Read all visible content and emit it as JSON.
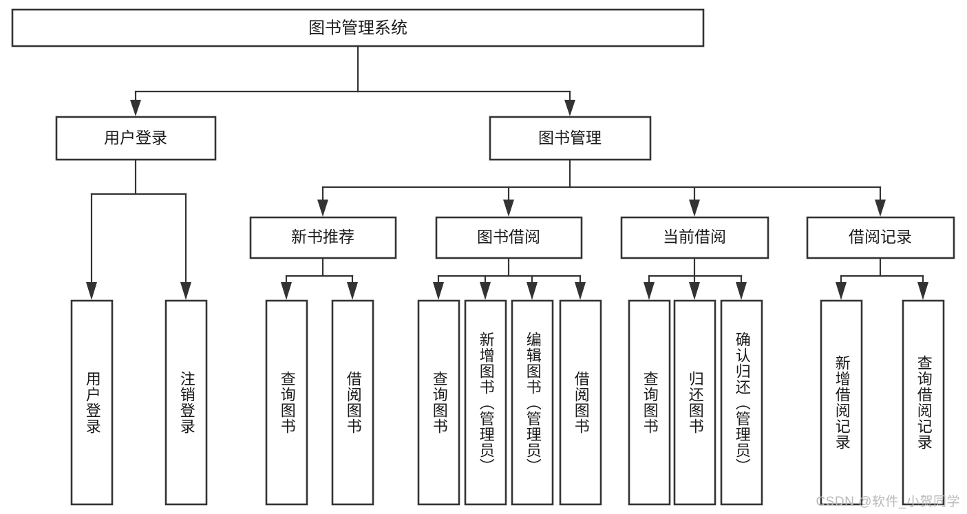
{
  "diagram": {
    "type": "tree-hierarchy",
    "title": "图书管理系统",
    "watermark": "CSDN @软件_小贺同学",
    "colors": {
      "background": "#ffffff",
      "stroke": "#333333",
      "text": "#1a1a1a",
      "watermark": "#b9b9b9"
    },
    "nodes": {
      "root": {
        "label": "图书管理系统",
        "orientation": "horizontal"
      },
      "level2": [
        {
          "id": "user-login",
          "label": "用户登录",
          "orientation": "horizontal"
        },
        {
          "id": "book-management",
          "label": "图书管理",
          "orientation": "horizontal"
        }
      ],
      "level3": [
        {
          "id": "new-book-recommend",
          "label": "新书推荐",
          "orientation": "horizontal"
        },
        {
          "id": "book-borrow",
          "label": "图书借阅",
          "orientation": "horizontal"
        },
        {
          "id": "current-borrow",
          "label": "当前借阅",
          "orientation": "horizontal"
        },
        {
          "id": "borrow-record",
          "label": "借阅记录",
          "orientation": "horizontal"
        }
      ],
      "leaves": [
        {
          "id": "leaf-user-login",
          "label": "用户登录",
          "parent": "user-login",
          "orientation": "vertical"
        },
        {
          "id": "leaf-logout-login",
          "label": "注销登录",
          "parent": "user-login",
          "orientation": "vertical"
        },
        {
          "id": "leaf-query-book-1",
          "label": "查询图书",
          "parent": "new-book-recommend",
          "orientation": "vertical"
        },
        {
          "id": "leaf-borrow-book-1",
          "label": "借阅图书",
          "parent": "new-book-recommend",
          "orientation": "vertical"
        },
        {
          "id": "leaf-query-book-2",
          "label": "查询图书",
          "parent": "book-borrow",
          "orientation": "vertical"
        },
        {
          "id": "leaf-add-book",
          "label": "新增图书（管理员）",
          "parent": "book-borrow",
          "orientation": "vertical"
        },
        {
          "id": "leaf-edit-book",
          "label": "编辑图书（管理员）",
          "parent": "book-borrow",
          "orientation": "vertical"
        },
        {
          "id": "leaf-borrow-book-2",
          "label": "借阅图书",
          "parent": "book-borrow",
          "orientation": "vertical"
        },
        {
          "id": "leaf-query-book-3",
          "label": "查询图书",
          "parent": "current-borrow",
          "orientation": "vertical"
        },
        {
          "id": "leaf-return-book",
          "label": "归还图书",
          "parent": "current-borrow",
          "orientation": "vertical"
        },
        {
          "id": "leaf-confirm-return",
          "label": "确认归还（管理员）",
          "parent": "current-borrow",
          "orientation": "vertical"
        },
        {
          "id": "leaf-add-record",
          "label": "新增借阅记录",
          "parent": "borrow-record",
          "orientation": "vertical"
        },
        {
          "id": "leaf-query-record",
          "label": "查询借阅记录",
          "parent": "borrow-record",
          "orientation": "vertical"
        }
      ]
    }
  }
}
